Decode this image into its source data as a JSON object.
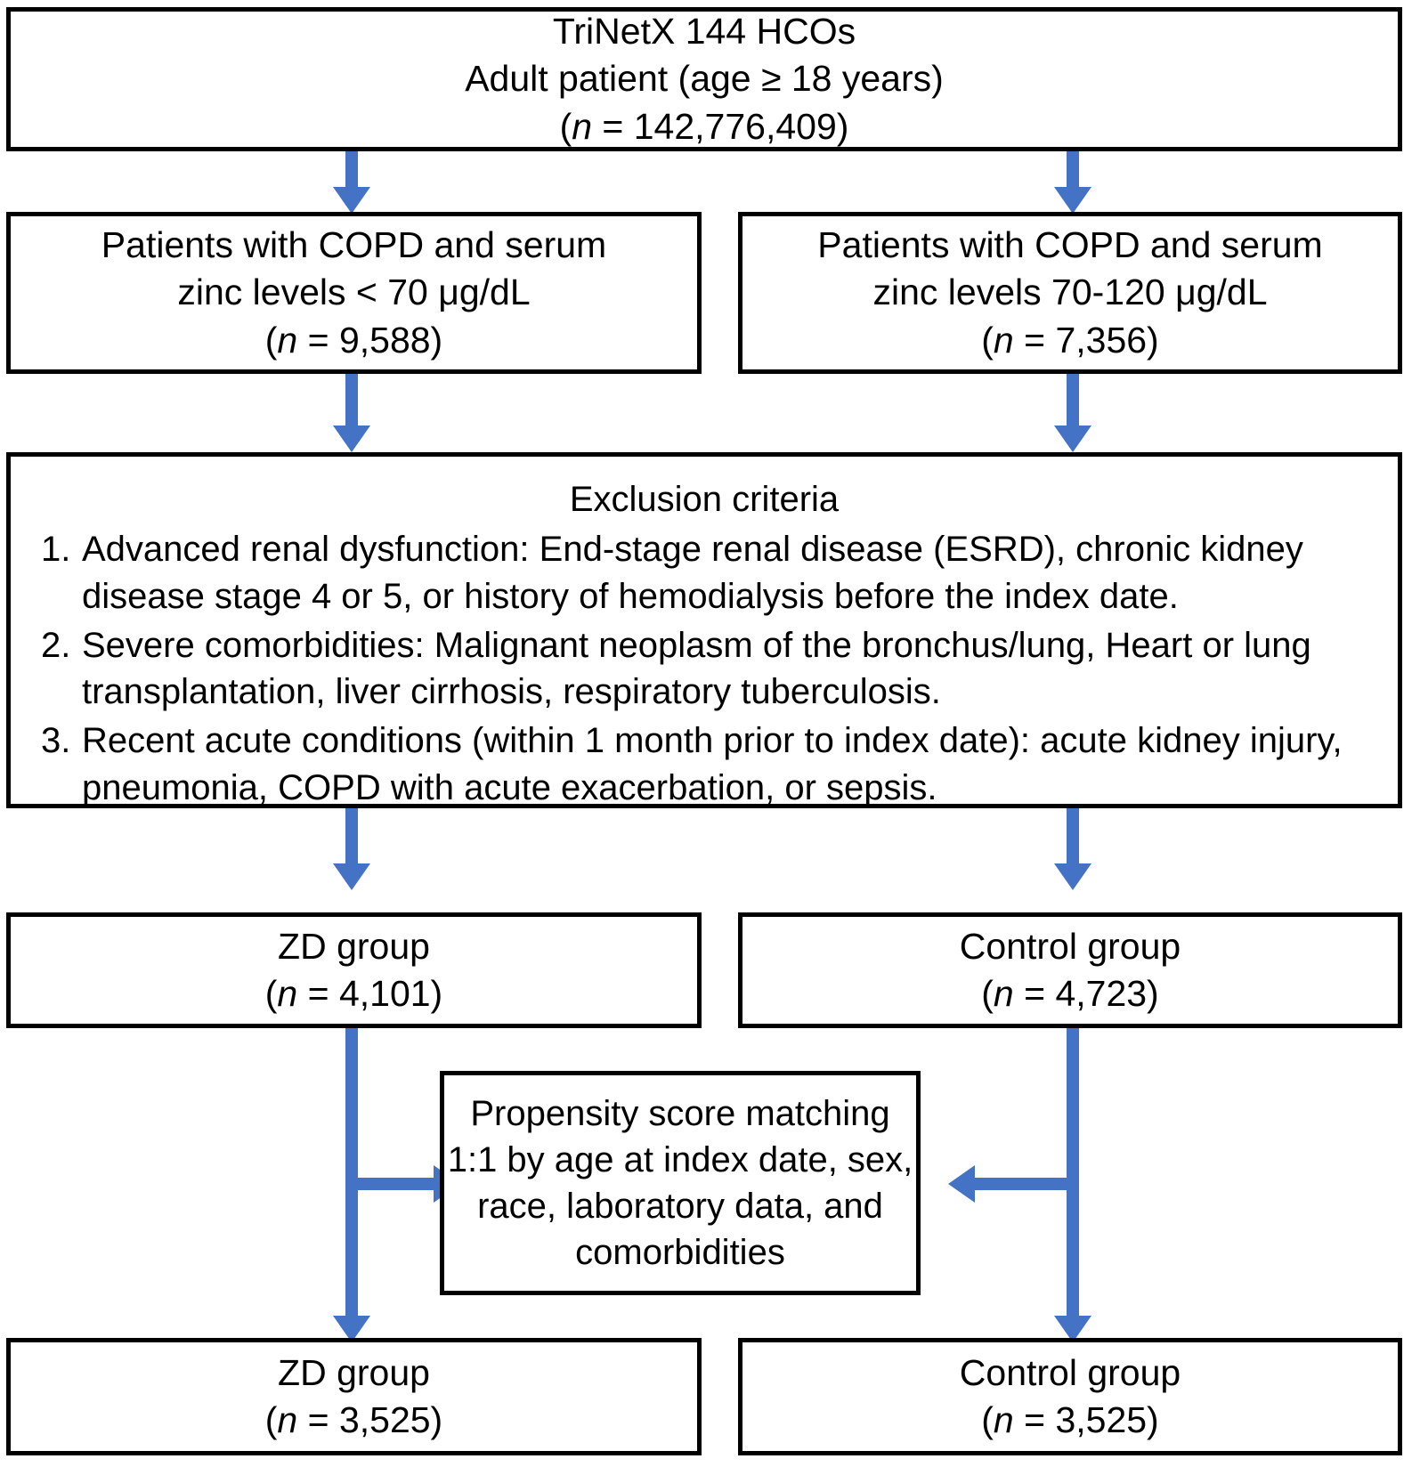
{
  "diagram": {
    "title": "Study population selection flowchart",
    "accent_color": "#4472C4",
    "box_border_color": "#000000",
    "background_color": "#FFFFFF"
  },
  "boxes": {
    "source": {
      "line1": "TriNetX 144 HCOs",
      "line2": "Adult patient (age ≥ 18 years)",
      "n_open": "(",
      "n_italic": "n",
      "n_value": " = 142,776,409)"
    },
    "zinc_low": {
      "line1": "Patients with COPD and serum",
      "line2": "zinc levels < 70 μg/dL",
      "n_open": "(",
      "n_italic": "n",
      "n_value": " = 9,588)"
    },
    "zinc_normal": {
      "line1": "Patients with COPD and serum",
      "line2": "zinc levels 70-120 μg/dL",
      "n_open": "(",
      "n_italic": "n",
      "n_value": " = 7,356)"
    },
    "exclusion": {
      "title": "Exclusion criteria",
      "items": [
        {
          "number": "1.",
          "text": "Advanced renal dysfunction: End-stage renal disease (ESRD), chronic kidney disease stage 4 or 5, or history of hemodialysis before the index date."
        },
        {
          "number": "2.",
          "text": "Severe comorbidities: Malignant neoplasm of the bronchus/lung, Heart or lung transplantation, liver cirrhosis, respiratory tuberculosis."
        },
        {
          "number": "3.",
          "text": "Recent acute conditions (within 1 month prior to index date): acute kidney injury, pneumonia, COPD with acute exacerbation, or sepsis."
        }
      ]
    },
    "zd_pre": {
      "line1": "ZD group",
      "n_open": "(",
      "n_italic": "n",
      "n_value": " = 4,101)"
    },
    "control_pre": {
      "line1": "Control group",
      "n_open": "(",
      "n_italic": "n",
      "n_value": " = 4,723)"
    },
    "psm": {
      "line1": "Propensity score matching",
      "line2": "1:1 by age at index date, sex,",
      "line3": "race, laboratory data, and",
      "line4": "comorbidities"
    },
    "zd_post": {
      "line1": "ZD group",
      "n_open": "(",
      "n_italic": "n",
      "n_value": " = 3,525)"
    },
    "control_post": {
      "line1": "Control group",
      "n_open": "(",
      "n_italic": "n",
      "n_value": " = 3,525)"
    }
  },
  "chart_data": {
    "type": "diagram",
    "title": "Patient selection flow (TriNetX COPD zinc deficiency study)",
    "nodes": [
      {
        "id": "source",
        "label": "TriNetX 144 HCOs / Adult patient (age ≥ 18 years)",
        "n": 142776409
      },
      {
        "id": "zinc_low",
        "label": "Patients with COPD and serum zinc levels < 70 μg/dL",
        "n": 9588
      },
      {
        "id": "zinc_normal",
        "label": "Patients with COPD and serum zinc levels 70-120 μg/dL",
        "n": 7356
      },
      {
        "id": "exclusion",
        "label": "Exclusion criteria",
        "n": null
      },
      {
        "id": "zd_pre",
        "label": "ZD group",
        "n": 4101
      },
      {
        "id": "control_pre",
        "label": "Control group",
        "n": 4723
      },
      {
        "id": "psm",
        "label": "Propensity score matching 1:1",
        "n": null
      },
      {
        "id": "zd_post",
        "label": "ZD group",
        "n": 3525
      },
      {
        "id": "control_post",
        "label": "Control group",
        "n": 3525
      }
    ],
    "edges": [
      {
        "from": "source",
        "to": "zinc_low"
      },
      {
        "from": "source",
        "to": "zinc_normal"
      },
      {
        "from": "zinc_low",
        "to": "exclusion"
      },
      {
        "from": "zinc_normal",
        "to": "exclusion"
      },
      {
        "from": "exclusion",
        "to": "zd_pre"
      },
      {
        "from": "exclusion",
        "to": "control_pre"
      },
      {
        "from": "zd_pre",
        "to": "psm"
      },
      {
        "from": "control_pre",
        "to": "psm"
      },
      {
        "from": "zd_pre",
        "to": "zd_post"
      },
      {
        "from": "control_pre",
        "to": "control_post"
      }
    ]
  }
}
